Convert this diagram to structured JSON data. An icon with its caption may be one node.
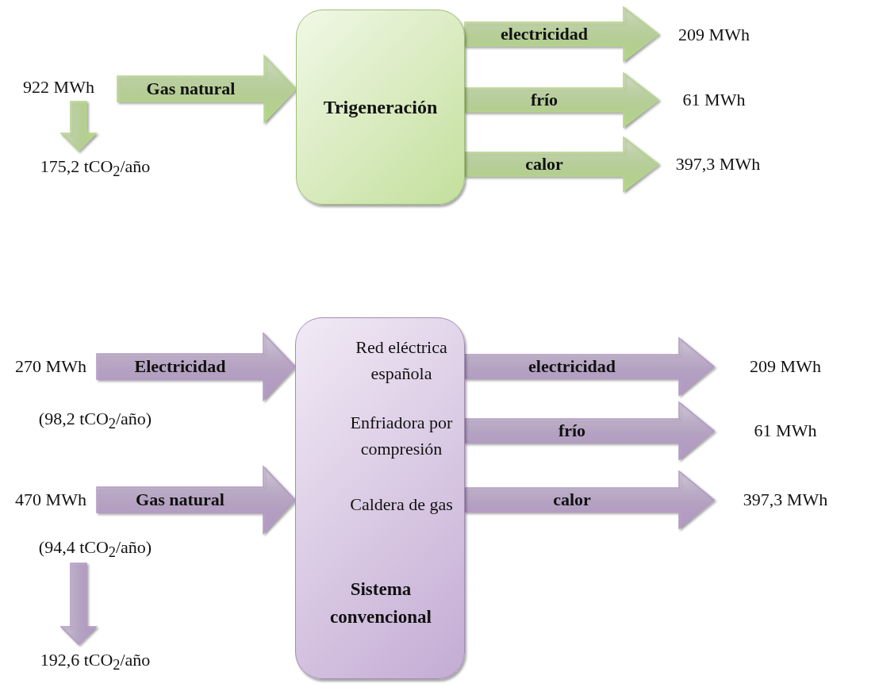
{
  "diagram": {
    "nodes": [
      {
        "text": [
          "922 MWh"
        ]
      },
      {
        "text": [
          "175,2 tCO$_{2}$/año"
        ]
      },
      {
        "text": [
          "Trigeneración"
        ]
      },
      {
        "text": [
          "209 MWh"
        ]
      },
      {
        "text": [
          "61 MWh"
        ]
      },
      {
        "text": [
          "397,3 MWh"
        ]
      },
      {
        "text": [
          "270 MWh"
        ],
        "beside": [
          "(98,2 tCO$_{2}$/año)"
        ]
      },
      {
        "text": [
          "470 MWh"
        ]
      },
      {
        "text": [
          "(94,4 tCO$_{2}$/año)"
        ]
      },
      {
        "text": [
          "192,6 tCO$_{2}$/año"
        ]
      },
      {
        "text": [
          "Red eléctrica española",
          "Enfriadora por compresión",
          "Caldera de gas",
          "Sistema convencional"
        ]
      },
      {
        "text": [
          "209 MWh"
        ]
      },
      {
        "text": [
          "61 MWh"
        ]
      },
      {
        "text": [
          "397,3 MWh"
        ]
      }
    ],
    "edges": [
      {
        "from": 0,
        "to": 2,
        "arrow": "to",
        "label": "Gas natural",
        "style": "thick",
        "color": "#b5d68a"
      },
      {
        "from": 0,
        "to": 1,
        "arrow": "to",
        "style": "thick",
        "color": "#b5d68a"
      },
      {
        "from": 2,
        "to": 3,
        "arrow": "to",
        "label": "electricidad",
        "style": "thick",
        "color": "#b5d68a"
      },
      {
        "from": 2,
        "to": 4,
        "arrow": "to",
        "label": "frío",
        "style": "thick",
        "color": "#b5d68a"
      },
      {
        "from": 2,
        "to": 5,
        "arrow": "to",
        "label": "calor",
        "style": "thick",
        "color": "#b5d68a"
      },
      {
        "from": 6,
        "to": 10,
        "arrow": "to",
        "label": "Electricidad",
        "style": "thick",
        "color": "#b49ac6"
      },
      {
        "from": 7,
        "to": 10,
        "arrow": "to",
        "label": "Gas natural",
        "style": "thick",
        "color": "#b49ac6"
      },
      {
        "from": 8,
        "to": 9,
        "arrow": "to",
        "style": "thick",
        "color": "#b49ac6"
      },
      {
        "from": 10,
        "to": 11,
        "arrow": "to",
        "label": "electricidad",
        "style": "thick",
        "color": "#b49ac6"
      },
      {
        "from": 10,
        "to": 12,
        "arrow": "to",
        "label": "frío",
        "style": "thick",
        "color": "#b49ac6"
      },
      {
        "from": 10,
        "to": 13,
        "arrow": "to",
        "label": "calor",
        "style": "thick",
        "color": "#b49ac6"
      }
    ]
  }
}
